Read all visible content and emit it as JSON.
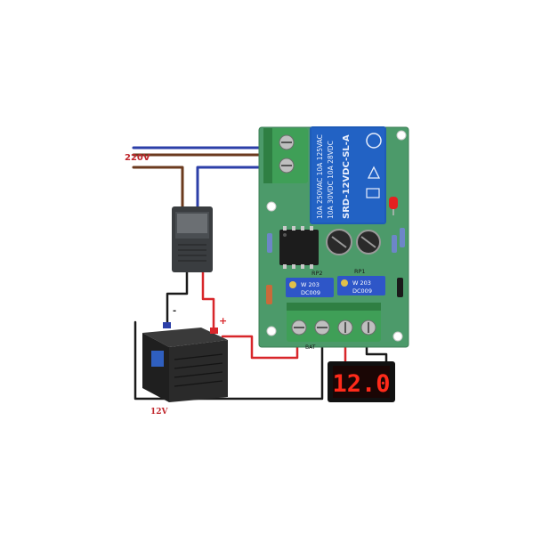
{
  "labels": {
    "mains_voltage": "220V",
    "battery_voltage": "12V",
    "polarity_positive": "+",
    "polarity_negative": "-",
    "pot_left": "RP2",
    "pot_right": "RP1",
    "pot_marking": "W 203",
    "pot_code": "DC009",
    "terminal_label": "BAT"
  },
  "relay": {
    "line1": "10A 250VAC 10A 125VAC",
    "line2": "10A 30VDC 10A 28VDC",
    "line3": "SRD-12VDC-SL-A"
  },
  "display": {
    "reading": "12.0"
  },
  "colors": {
    "wire_red": "#d8262a",
    "wire_blue": "#2c3fa8",
    "wire_brown": "#6b3a1e",
    "wire_black": "#1a1a1a",
    "pcb_green": "#4c9a6a",
    "relay_blue": "#1e5bb8",
    "terminal_green": "#3f9f57",
    "pot_blue": "#2e56c8",
    "display_red": "#ff2a1a"
  }
}
